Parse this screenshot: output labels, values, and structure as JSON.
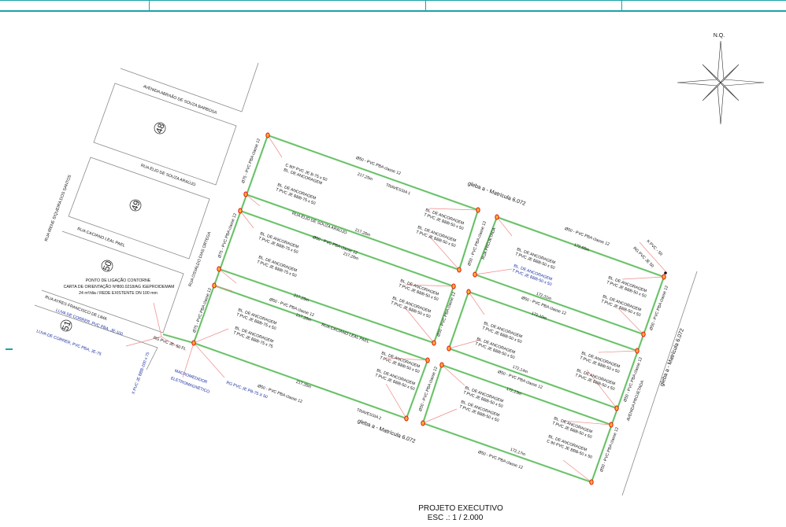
{
  "header": {
    "cells": 4
  },
  "compass": {
    "label": "N.Q."
  },
  "title": {
    "project": "PROJETO EXECUTIVO",
    "scale": "ESC .: 1 / 2.000"
  },
  "lots": [
    "48",
    "49",
    "50",
    "51"
  ],
  "labels": [
    "AVENIDA ABRAÃO DE SOUZA BARBOSA",
    "RUA ÉLIO  DE SOUZA  ARAÚJO",
    "RUA CACIANO  LEAL   PAEL",
    "RUA  IRENE  SIQUEIRA DOS  SANTOS",
    "RUA OSVALDO DIAS ORTEGA",
    "RUA  AYRES  FRANCISCO  DE  LIMA",
    "PONTO DE LIGAÇÃO CONTORNE",
    "CARTA DE ORIENTAÇÃO Nº800.0218/AG IGEPROIDEMAM",
    "24 m³/dia / REDE EXISTENTE DN 100 mm",
    "LUVA DE CORRER, PVC PBA, JE-100",
    "LUVA DE CORRER, PVC PBA, JE-75",
    "RG PVC JE- 50 FL",
    "X PVC JE BBB-100 x 75",
    "MACROMEDIDOR",
    "ELETROMAGNÉTICO",
    "RG PVC JE PB-75 X 50",
    "Ø75 - PVC  PBA classe 12",
    "Ø75 - PVC  PBA classe 12",
    "Ø75 - PVC  PBA classe 12",
    "Ø50 - PVC  PBA classe 12",
    "217,25m",
    "TRAVESSIA 1",
    "gleba a - Matrícula  6.072",
    "RUA ÉLIO  DE SOUZA  ARAÚJO",
    "217,26m",
    "Ø50 - PVC  PBA classe 12",
    "217,26m",
    "Ø50 - PVC  PBA classe 12",
    "172,65m",
    "RUA PROJETADA",
    "Ø50 - PVC  PBA classe 12",
    "K PVC - 50",
    "RG PVC JE 50",
    "217,25m",
    "Ø50 - PVC  PBA classe 12",
    "217,26m",
    "RUA CACIANO  LEAL   PAEL",
    "172,31m",
    "Ø50 - PVC  PBA classe 12",
    "172,10m",
    "Ø50 - PVC  PBA classe 12",
    "172,14m",
    "Ø50 - PVC  PBA classe 12",
    "172,13m",
    "217,35m",
    "Ø50 - PVC  PBA classe 12",
    "Ø50 - PVC  PBA classe 12",
    "TRAVESSIA 2",
    "gleba a - Matrícula  6.072",
    "172,17m",
    "Ø50 - PVC  PBA classe 12",
    "Ø50 - PVC  PBA classe 12",
    "Ø50 - PVC  PBA classe 12",
    "Ø50 - PVC  PBA classe 12",
    "AVENIDA PROJETADA",
    "gleba a - Matrícula  6.072"
  ],
  "anchors": [
    {
      "l1": "C 90º PVC JE B-75 x 50",
      "l2": "BL. DE ANCORAGEM"
    },
    {
      "l1": "BL. DE ANCORAGEM",
      "l2": "T PVC JE BBB-75 x 50"
    },
    {
      "l1": "BL. DE ANCORAGEM",
      "l2": "T PVC JE BBB-75 x 50"
    },
    {
      "l1": "BL. DE ANCORAGEM",
      "l2": "T PVC JE BBB-75 x 50"
    },
    {
      "l1": "BL. DE ANCORAGEM",
      "l2": "T PVC JE BBB-75 x 50"
    },
    {
      "l1": "BL. DE ANCORAGEM",
      "l2": "T PVC JE BBB-75 x 75"
    },
    {
      "l1": "BL. DE ANCORAGEM",
      "l2": "T PVC JE BBB-50 x 50"
    },
    {
      "l1": "BL. DE ANCORAGEM",
      "l2": "T PVC JE BBB-50 x 50"
    },
    {
      "l1": "BL. DE ANCORAGEM",
      "l2": "T PVC JE BBB-50 x 50"
    },
    {
      "l1": "BL. DE ANCORAGEM",
      "l2": "T PVC JE BBB-50 x 50"
    },
    {
      "l1": "BL. DE ANCORAGEM",
      "l2": "T PVC JE BBB-50 x 50"
    },
    {
      "l1": "BL. DE ANCORAGEM",
      "l2": "T PVC JE BBB-50 x 50"
    },
    {
      "l1": "BL. DE ANCORAGEM",
      "l2": "T PVC JE BBB-50 x 50"
    },
    {
      "l1": "BL. DE ANCORAGEM",
      "l2": "T PVC JE BBB-50 x 50"
    },
    {
      "l1": "BL. DE ANCORAGEM",
      "l2": "T PVC JE BBB-50 x 50"
    },
    {
      "l1": "BL. DE ANCORAGEM",
      "l2": "T PVC JE BBB-50 x 50"
    },
    {
      "l1": "BL. DE ANCORAGEM",
      "l2": "T PVC JE BBB-50 x 50"
    },
    {
      "l1": "BL. DE ANCORAGEM",
      "l2": "T PVC JE BBB-50 x 50"
    },
    {
      "l1": "BL. DE ANCORAGEM",
      "l2": "T PVC JE BBB-50 x 50"
    },
    {
      "l1": "BL. DE ANCORAGEM",
      "l2": "T PVC JE BBB-50 x 50"
    },
    {
      "l1": "BL. DE ANCORAGEM",
      "l2": "T PVC JE BBB-50 x 50"
    },
    {
      "l1": "BL. DE ANCORAGEM",
      "l2": "T PVC JE BBB-50 x 50"
    },
    {
      "l1": "BL. DE ANCORAGEM",
      "l2": "T PVC JE BBB-50 x 50"
    },
    {
      "l1": "BL. DE ANCORAGEM",
      "l2": "C 90 PVC JE BBB-50 x 50"
    }
  ],
  "colors": {
    "frame": "#1aa3a8",
    "pipe": "#8fd88f",
    "node": "#e01010",
    "leader": "#f08a8a",
    "note": "#1a2ea0"
  }
}
